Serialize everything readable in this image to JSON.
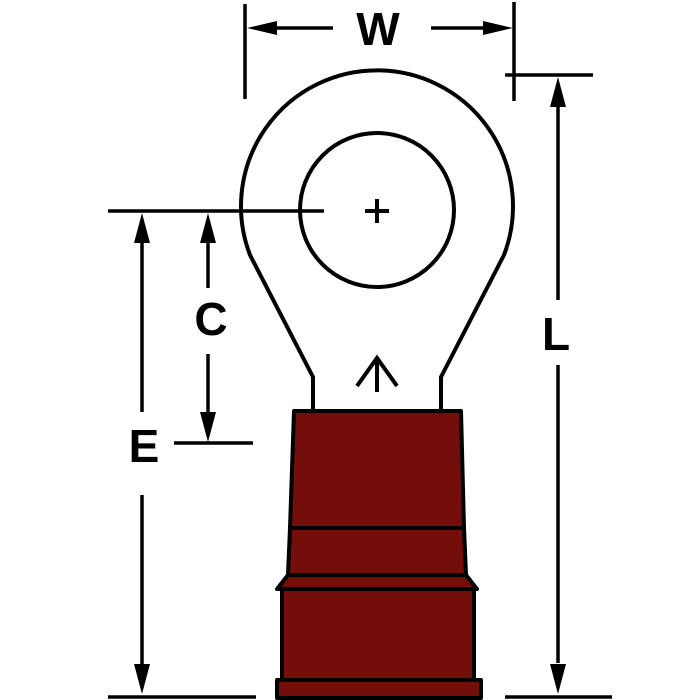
{
  "diagram": {
    "dimension_labels": {
      "w": "W",
      "l": "L",
      "c": "C",
      "e": "E"
    },
    "symbols": {
      "center_mark": "+",
      "insertion_arrow": "↑"
    },
    "colors": {
      "insulation": "#730E0B",
      "line": "#000000",
      "background": "#FFFFFF"
    }
  }
}
